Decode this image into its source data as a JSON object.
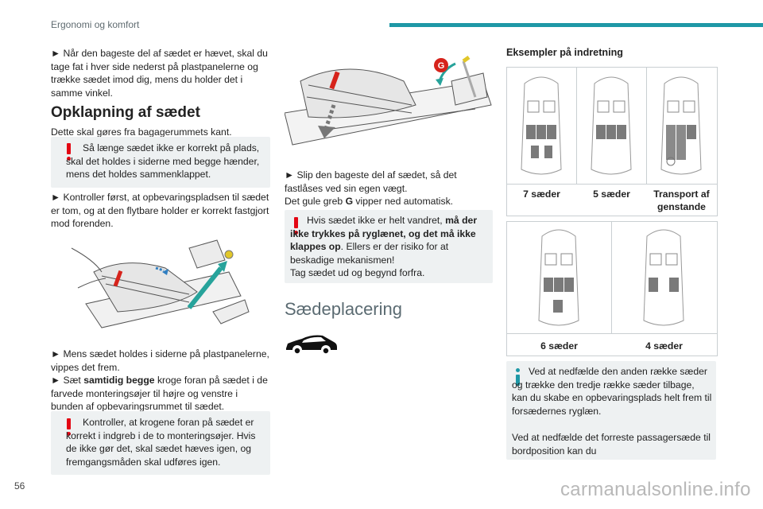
{
  "header": {
    "section": "Ergonomi og komfort"
  },
  "page_number": "56",
  "watermark": "carmanualsonline.info",
  "col1": {
    "intro": "► Når den bageste del af sædet er hævet, skal du tage fat i hver side nederst på plastpanelerne og trække sædet imod dig, mens du holder det i samme vinkel.",
    "heading": "Opklapning af sædet",
    "sub": "Dette skal gøres fra bagagerummets kant.",
    "warn1": "Så længe sædet ikke er korrekt på plads, skal det holdes i siderne med begge hænder, mens det holdes sammenklappet.",
    "step1": "► Kontroller først, at opbevaringspladsen til sædet er tom, og at den flytbare holder er korrekt fastgjort mod forenden.",
    "step2": "► Mens sædet holdes i siderne på plastpanelerne, vippes det frem.",
    "step3_pre": "► Sæt ",
    "step3_bold": "samtidig begge",
    "step3_post": " kroge foran på sædet i de farvede monteringsøjer til højre og venstre i bunden af opbevaringsrummet til sædet.",
    "warn2": "Kontroller, at krogene foran på sædet er korrekt i indgreb i de to monteringsøjer. Hvis de ikke gør det, skal sædet hæves igen, og fremgangsmåden skal udføres igen."
  },
  "col2": {
    "callout": "G",
    "step4": "► Slip den bageste del af sædet, så det fastlåses ved sin egen vægt.",
    "step4b_pre": "Det gule greb ",
    "step4b_bold": "G",
    "step4b_post": " vipper ned automatisk.",
    "warn_pre": "Hvis sædet ikke er helt vandret, ",
    "warn_bold": "må der ikke trykkes på ryglænet, og det må ikke klappes op",
    "warn_post": ". Ellers er der risiko for at beskadige mekanismen!",
    "warn_line2": "Tag sædet ud og begynd forfra.",
    "section_title": "Sædeplacering"
  },
  "col3": {
    "heading": "Eksempler på indretning",
    "row1": [
      "7 sæder",
      "5 sæder",
      "Transport af genstande"
    ],
    "row2": [
      "6 sæder",
      "4 sæder"
    ],
    "info_lines": [
      "Ved at nedfælde den anden række sæder og trække den tredje række sæder tilbage, kan du skabe en opbevaringsplads helt frem til forsædernes ryglæn.",
      "Ved at nedfælde det forreste passagersæde til bordposition kan du"
    ]
  },
  "colors": {
    "accent": "#1e98a6",
    "warning": "#e30613",
    "box": "#eef1f2"
  }
}
